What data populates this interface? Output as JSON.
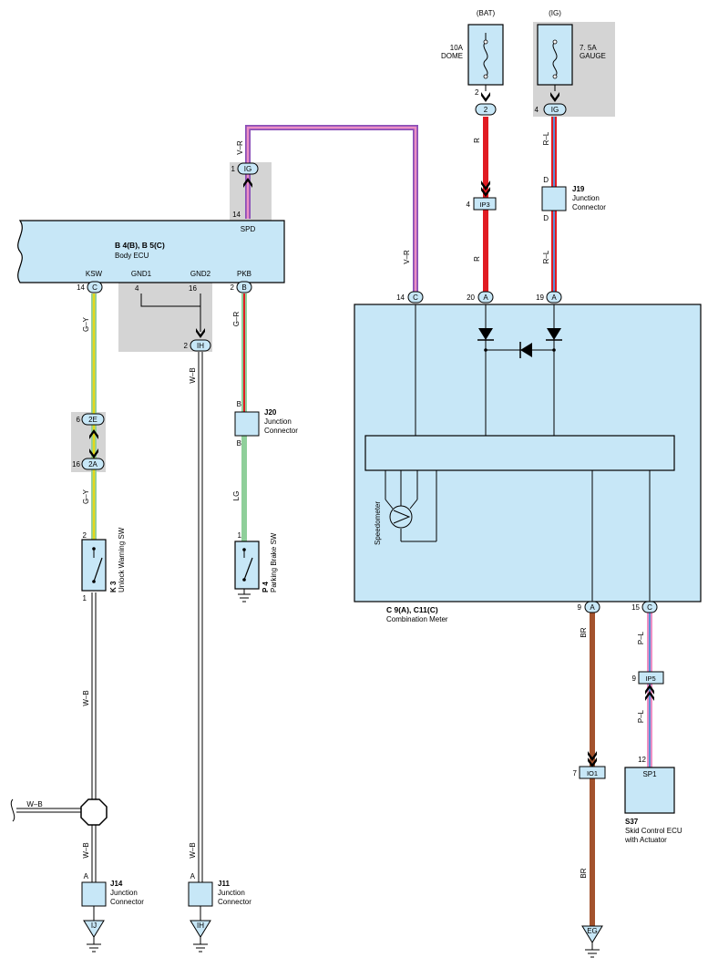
{
  "power": {
    "bat_label": "(BAT)",
    "ig_label": "(IG)",
    "fuse_dome_amp": "10A",
    "fuse_dome_name": "DOME",
    "fuse_gauge_amp": "7. 5A",
    "fuse_gauge_name": "GAUGE"
  },
  "body_ecu": {
    "id": "B 4(B), B 5(C)",
    "name": "Body ECU",
    "pins": {
      "spd": "SPD",
      "ksw": "KSW",
      "gnd1": "GND1",
      "gnd2": "GND2",
      "pkb": "PKB"
    }
  },
  "combination_meter": {
    "id": "C 9(A), C11(C)",
    "name": "Combination Meter",
    "speedometer": "Speedometer"
  },
  "components": {
    "j19": {
      "id": "J19",
      "line1": "Junction",
      "line2": "Connector"
    },
    "j20": {
      "id": "J20",
      "line1": "Junction",
      "line2": "Connector"
    },
    "j14": {
      "id": "J14",
      "line1": "Junction",
      "line2": "Connector"
    },
    "j11": {
      "id": "J11",
      "line1": "Junction",
      "line2": "Connector"
    },
    "k3": {
      "id": "K 3",
      "name": "Unlock Warning SW"
    },
    "p4": {
      "id": "P 4",
      "name": "Parking Brake SW"
    },
    "s37": {
      "id": "S37",
      "line1": "Skid Control ECU",
      "line2": "with Actuator",
      "inner": "SP1"
    }
  },
  "connectors": {
    "c2": "2",
    "ig_top": "IG",
    "ig_ecu": "IG",
    "c_14_ecu": "C",
    "b_2_ecu": "B",
    "ih_2": "IH",
    "c2e": "2E",
    "c2a": "2A",
    "m_c": "C",
    "m_a20": "A",
    "m_a19": "A",
    "m_a9": "A",
    "m_c15": "C",
    "ip3": "IP3",
    "ip5": "IP5",
    "io1": "IO1",
    "gnd_ij": "IJ",
    "gnd_ih": "IH",
    "gnd_eg": "EG"
  },
  "pins": {
    "p2_bat": "2",
    "p4_ig": "4",
    "p1_ig": "1",
    "p14_spd": "14",
    "p14_ksw": "14",
    "p4_gnd1": "4",
    "p16_gnd2": "16",
    "p2_pkb": "2",
    "p2_ih": "2",
    "p6_2e": "6",
    "p16_2a": "16",
    "p2_k3": "2",
    "p1_k3": "1",
    "p1_p4": "1",
    "p4_ip3": "4",
    "p14_mc": "14",
    "p20_ma": "20",
    "p19_ma": "19",
    "p9_ma": "9",
    "p15_mc": "15",
    "p9_ip5": "9",
    "p12_sp1": "12",
    "p7_io1": "7",
    "a_j14": "A",
    "a_j11": "A",
    "d_top": "D",
    "d_bot": "D",
    "b_top": "B",
    "b_bot": "B"
  },
  "wires": {
    "vr_1": "V–R",
    "vr_2": "V–R",
    "r_1": "R",
    "r_2": "R",
    "rl_1": "R–L",
    "rl_2": "R–L",
    "gy_1": "G–Y",
    "gy_2": "G–Y",
    "gr": "G–R",
    "lg": "LG",
    "wb_1": "W–B",
    "wb_2": "W–B",
    "wb_3": "W–B",
    "wb_4": "W–B",
    "wb_5": "W–B",
    "br_1": "BR",
    "br_2": "BR",
    "pl_1": "P–L",
    "pl_2": "P–L"
  },
  "colors": {
    "ecu_fill": "#c7e7f7",
    "shade": "#d4d4d4",
    "red": "#e11b22",
    "brown": "#a3522d",
    "green": "#8fcf9a",
    "violet": "#8a4fb8",
    "pink": "#ec8fc4",
    "blue": "#5b8fd6",
    "yellow": "#e4d81a"
  }
}
